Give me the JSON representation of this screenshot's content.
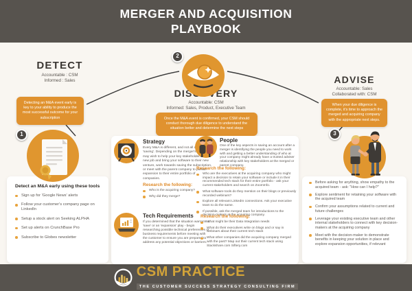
{
  "header": {
    "title_line1": "MERGER AND ACQUISITION",
    "title_line2": "PLAYBOOK"
  },
  "colors": {
    "accent_orange": "#E0962F",
    "header_dark": "#57534E",
    "badge_dark": "#4B4743",
    "research_orange": "#DE8926",
    "brand_gold": "#D2A339",
    "page_bg": "#F9F6F1"
  },
  "icons": {
    "detect": "certificate-document-icon",
    "discovery": "eye-icon",
    "strategy": "dartboard-icon",
    "people": "two-people-icon",
    "tech": "laptop-icon",
    "advise": "handshake-illustration",
    "footer": "bar-chart-logo-icon"
  },
  "detect": {
    "step": "1",
    "title": "DETECT",
    "accountable": "Accountable : CSM",
    "informed": "Informed : Sales",
    "callout": "Detecting an M&A event early is key to your ability to produce the most successful outcome for your subscription",
    "tools_heading": "Detect an M&A early using these tools",
    "tools": [
      "Sign up for 'Google News' alerts",
      "Follow your customer's company page on LinkedIn",
      "Setup a stock alert on Seeking ALPHA",
      "Set up alerts on CrunchBase Pro",
      "Subscribe to Globes newsletter"
    ]
  },
  "discovery": {
    "step": "2",
    "title": "DISCOVERY",
    "accountable": "Accountable: CSM",
    "informed": "Informed: Sales, Product, Executive Team",
    "callout": "Once the M&A event is confirmed, your CSM should conduct thorough due diligence to understand the situation better and determine the next steps",
    "strategy": {
      "title": "Strategy",
      "body": "Every M&A is different, and not all are worth 'saving'. Depending on the merger's goal, you may wish to help your key stakeholders find a new job and bring your software to their new venture, work towards saving the subscription, or meet with the parent company to pursue expansion to their entire portfolio of companies.",
      "research_heading": "Research the following:",
      "research": [
        "Who is the acquiring company?",
        "Why did they merge?"
      ]
    },
    "people": {
      "title": "People",
      "body": "One of the key aspects in saving an account after a merger is identifying the people you need to work with and getting a better understanding of who at your company might already have a trusted adviser relationship with key stakeholders at the merged or parent company.",
      "research_heading": "Research the following:",
      "research": [
        "Who are the executives at the acquiring company who might impact a decision to retain your software or include it in their recommended tech stack for their entire portfolio - ask your current stakeholders and search on ZoomInfo.",
        "What software tools do they mention on their blogs or previously recorded webinars?",
        "Explore all relevant LinkedIn connections. Ask your executive team to do the same.",
        "If possible, ask the merged team for introductions to the decision-makers at the acquiring company."
      ]
    },
    "tech": {
      "title": "Tech Requirements",
      "body": "If you determined that the situation warrants a 'save' or an 'expansion' play - begin researching possible technical preferences or business requirements before meeting with the customer to ensure you are prepared to address any potential objections or barriers.",
      "research_heading": "Research the following:",
      "research": [
        "What might be their Data Integration needs",
        "What do their executives write on blogs and or say in webinars about their current tech stack",
        "What other companies did the acquiring company merged with the past? Map out their current tech stack using Stackshare.com Siftery.com"
      ]
    }
  },
  "advise": {
    "step": "3",
    "title": "ADVISE",
    "accountable": "Accountable: Sales",
    "collaborated": "Collaborated with: CSM",
    "callout": "When your due diligence is complete, it's time to approach the merged and acquiring company with the appropriate next steps.",
    "bullets": [
      "Before asking for anything, show empathy to the acquired team - ask: \"How can I help?\"",
      "Explore sentiment for retaining your software with the acquired team",
      "Confirm your assumptions related to current and future challenges",
      "Leverage your existing executive team and other internal stakeholders to connect with key decision-makers at the acquiring company",
      "Meet with the decision-maker to demonstrate benefits in keeping your solution in place and explore expansion opportunities, if relevant"
    ]
  },
  "footer": {
    "brand": "CSM PRACTICE",
    "tagline": "THE CUSTOMER SUCCESS STRATEGY CONSULTING FIRM"
  }
}
